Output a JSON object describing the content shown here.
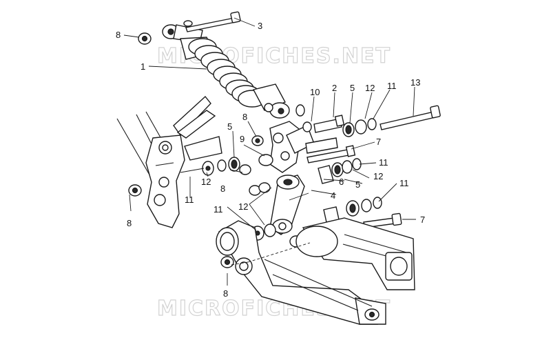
{
  "watermark": {
    "text": "MICROFICHES.NET",
    "color": "#d2d2d2"
  },
  "callouts": {
    "c1": "1",
    "c2": "2",
    "c3": "3",
    "c4": "4",
    "c5a": "5",
    "c5b": "5",
    "c5c": "5",
    "c6": "6",
    "c7a": "7",
    "c7b": "7",
    "c8a": "8",
    "c8b": "8",
    "c8c": "8",
    "c8d": "8",
    "c8e": "8",
    "c9": "9",
    "c10": "10",
    "c11a": "11",
    "c11b": "11",
    "c11c": "11",
    "c11d": "11",
    "c11e": "11",
    "c12a": "12",
    "c12b": "12",
    "c12c": "12",
    "c12d": "12",
    "c13": "13"
  },
  "colors": {
    "line": "#1a1a1a",
    "background": "#ffffff"
  }
}
